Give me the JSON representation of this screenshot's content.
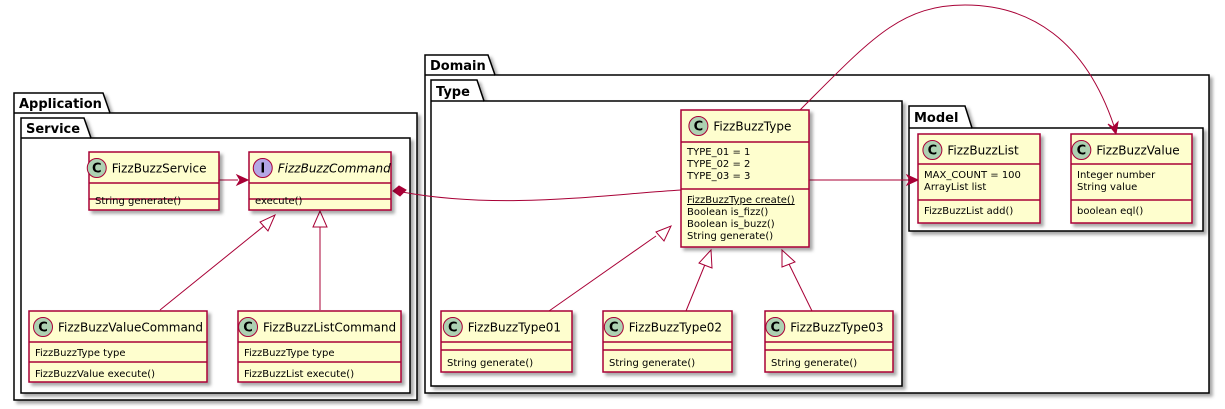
{
  "colors": {
    "class_fill": "#FEFECE",
    "class_border": "#A80036",
    "edge": "#A80036",
    "class_badge": "#ADD1B2",
    "interface_badge": "#B4A7E5",
    "package_fill": "#FFFFFF"
  },
  "packages": {
    "application": "Application",
    "service": "Service",
    "domain": "Domain",
    "type": "Type",
    "model": "Model"
  },
  "classes": {
    "fizzbuzz_service": {
      "badge": "C",
      "name": "FizzBuzzService",
      "methods": [
        "String generate()"
      ]
    },
    "fizzbuzz_command": {
      "badge": "I",
      "name": "FizzBuzzCommand",
      "methods": [
        "execute()"
      ]
    },
    "fizzbuzz_value_command": {
      "badge": "C",
      "name": "FizzBuzzValueCommand",
      "fields": [
        "FizzBuzzType type"
      ],
      "methods": [
        "FizzBuzzValue execute()"
      ]
    },
    "fizzbuzz_list_command": {
      "badge": "C",
      "name": "FizzBuzzListCommand",
      "fields": [
        "FizzBuzzType type"
      ],
      "methods": [
        "FizzBuzzList execute()"
      ]
    },
    "fizzbuzz_type": {
      "badge": "C",
      "name": "FizzBuzzType",
      "fields": [
        "TYPE_01 = 1",
        "TYPE_02 = 2",
        "TYPE_03 = 3"
      ],
      "methods": [
        "FizzBuzzType create()",
        "Boolean is_fizz()",
        "Boolean is_buzz()",
        "String generate()"
      ]
    },
    "fizzbuzz_type01": {
      "badge": "C",
      "name": "FizzBuzzType01",
      "methods": [
        "String generate()"
      ]
    },
    "fizzbuzz_type02": {
      "badge": "C",
      "name": "FizzBuzzType02",
      "methods": [
        "String generate()"
      ]
    },
    "fizzbuzz_type03": {
      "badge": "C",
      "name": "FizzBuzzType03",
      "methods": [
        "String generate()"
      ]
    },
    "fizzbuzz_list": {
      "badge": "C",
      "name": "FizzBuzzList",
      "fields": [
        "MAX_COUNT = 100",
        "ArrayList list"
      ],
      "methods": [
        "FizzBuzzList add()"
      ]
    },
    "fizzbuzz_value": {
      "badge": "C",
      "name": "FizzBuzzValue",
      "fields": [
        "Integer number",
        "String value"
      ],
      "methods": [
        "boolean eql()"
      ]
    }
  }
}
